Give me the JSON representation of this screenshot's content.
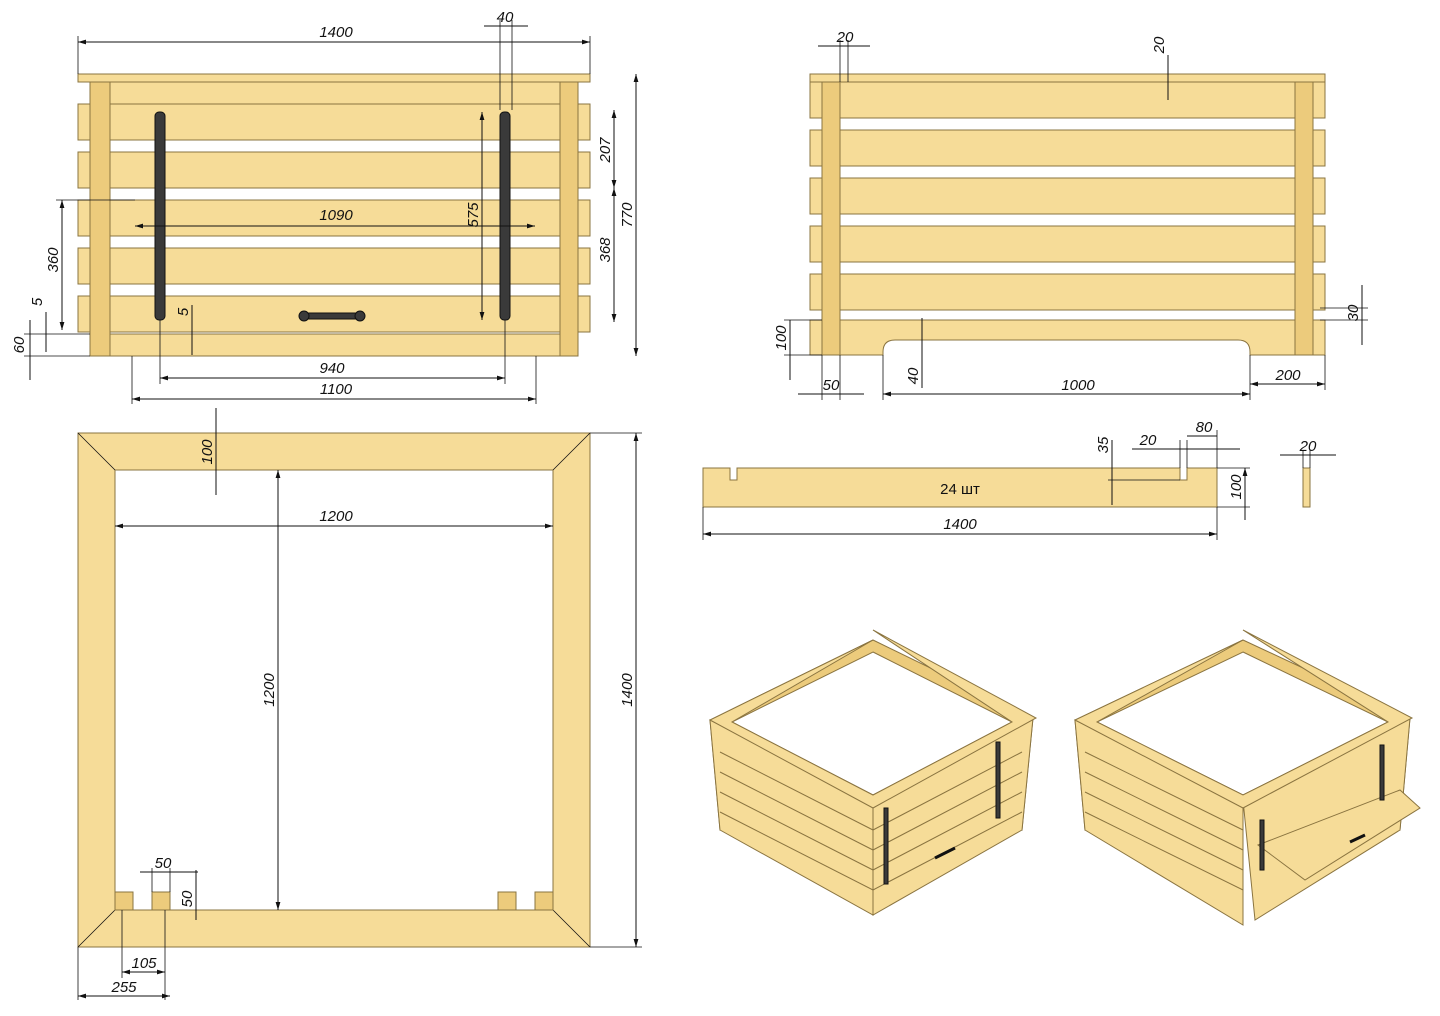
{
  "front_view": {
    "width_total": "1400",
    "hinge_width": "40",
    "board_pitch": "207",
    "height_total": "770",
    "inner_width": "1090",
    "hinge_length": "575",
    "door_height": "360",
    "door_height_right": "368",
    "gap_left": "5",
    "base_offset": "60",
    "gap_bottom": "5",
    "hinge_spacing": "940",
    "door_width": "1100"
  },
  "side_view": {
    "post_width": "20",
    "top_gap": "20",
    "base_height": "100",
    "slot_depth": "30",
    "post_offset": "50",
    "arch_height": "40",
    "arch_width": "1000",
    "leg_width": "200"
  },
  "board_part": {
    "notch_depth": "35",
    "notch_width": "20",
    "notch_offset": "80",
    "quantity": "24 шт",
    "height": "100",
    "length": "1400",
    "thickness": "20"
  },
  "top_frame": {
    "frame_width": "100",
    "inner_width": "1200",
    "inner_height": "1200",
    "outer_size": "1400",
    "notch_w": "50",
    "notch_h": "50",
    "notch_gap": "105",
    "notch_offset": "255"
  }
}
